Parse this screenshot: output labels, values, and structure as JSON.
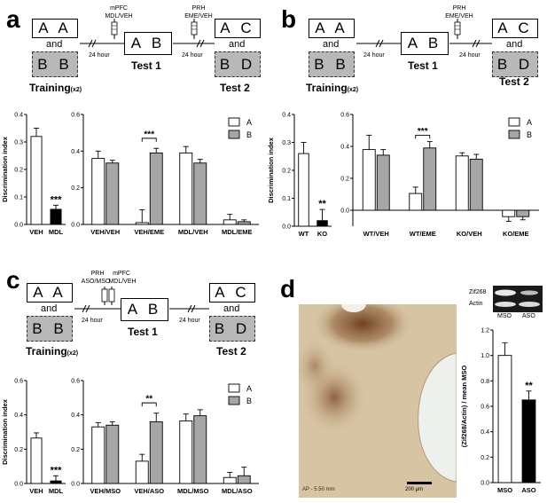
{
  "panels": {
    "a": {
      "label": "a",
      "boxes": {
        "training_top": "A A",
        "training_bottom": "B B",
        "test1": "A B",
        "test2_top": "A C",
        "test2_bottom": "B D"
      },
      "and": "and",
      "training_label": "Training",
      "training_suffix": "(x2)",
      "test1_label": "Test 1",
      "test2_label": "Test 2",
      "delay1": "24 hour",
      "delay2": "24 hour",
      "inj1_line1": "mPFC",
      "inj1_line2": "MDL/VEH",
      "inj2_line1": "PRH",
      "inj2_line2": "EME/VEH"
    },
    "b": {
      "label": "b",
      "boxes": {
        "training_top": "A A",
        "training_bottom": "B B",
        "test1": "A B",
        "test2_top": "A C",
        "test2_bottom": "B D"
      },
      "and": "and",
      "training_label": "Training",
      "training_suffix": "(x2)",
      "test1_label": "Test 1",
      "test2_label": "Test 2",
      "delay1": "24 hour",
      "delay2": "24 hour",
      "inj1_line1": "PRH",
      "inj1_line2": "EME/VEH"
    },
    "c": {
      "label": "c",
      "boxes": {
        "training_top": "A A",
        "training_bottom": "B B",
        "test1": "A B",
        "test2_top": "A C",
        "test2_bottom": "B D"
      },
      "and": "and",
      "training_label": "Training",
      "training_suffix": "(x2)",
      "test1_label": "Test 1",
      "test2_label": "Test 2",
      "delay1": "24 hour",
      "delay2": "24 hour",
      "inj1_line1": "PRH",
      "inj1_line2": "ASO/MSO",
      "inj2_line1": "mPFC",
      "inj2_line2": "MDL/VEH"
    },
    "d": {
      "label": "d",
      "micro_ap": "AP - 5.50 mm",
      "micro_scale": "200 μm",
      "blot_rows": [
        "Zif268",
        "Actin"
      ],
      "blot_cols": [
        "MSO",
        "ASO"
      ]
    }
  },
  "chart_data": [
    {
      "id": "a-left",
      "type": "bar",
      "ylabel": "Discrimination index",
      "ylim": [
        0,
        0.4
      ],
      "yticks": [
        "0.0",
        "0.1",
        "0.2",
        "0.3",
        "0.4"
      ],
      "categories": [
        "VEH",
        "MDL"
      ],
      "values": [
        0.32,
        0.055
      ],
      "errors": [
        0.03,
        0.015
      ],
      "colors": [
        "#ffffff",
        "#000000"
      ],
      "annotations": [
        {
          "category": "MDL",
          "text": "***"
        }
      ]
    },
    {
      "id": "a-right",
      "type": "bar",
      "ylim": [
        0,
        0.6
      ],
      "yticks": [
        "0.0",
        "0.2",
        "0.4",
        "0.6"
      ],
      "categories": [
        "VEH/VEH",
        "VEH/EME",
        "MDL/VEH",
        "MDL/EME"
      ],
      "series": [
        {
          "name": "A",
          "color": "#ffffff",
          "values": [
            0.36,
            0.01,
            0.39,
            0.025
          ],
          "errors": [
            0.04,
            0.07,
            0.035,
            0.03
          ]
        },
        {
          "name": "B",
          "color": "#a6a6a6",
          "values": [
            0.335,
            0.39,
            0.335,
            0.015
          ],
          "errors": [
            0.015,
            0.025,
            0.02,
            0.01
          ]
        }
      ],
      "legend": "top-right",
      "annotations": [
        {
          "category": "VEH/EME",
          "text": "***"
        }
      ]
    },
    {
      "id": "b-left",
      "type": "bar",
      "ylabel": "Discrimination index",
      "ylim": [
        0,
        0.4
      ],
      "yticks": [
        "0.0",
        "0.1",
        "0.2",
        "0.3",
        "0.4"
      ],
      "categories": [
        "WT",
        "KO"
      ],
      "values": [
        0.26,
        0.02
      ],
      "errors": [
        0.04,
        0.04
      ],
      "colors": [
        "#ffffff",
        "#000000"
      ],
      "annotations": [
        {
          "category": "KO",
          "text": "**"
        }
      ]
    },
    {
      "id": "b-right",
      "type": "bar",
      "ylim": [
        -0.1,
        0.6
      ],
      "yticks": [
        "0.0",
        "0.2",
        "0.4",
        "0.6"
      ],
      "categories": [
        "WT/VEH",
        "WT/EME",
        "KO/VEH",
        "KO/EME"
      ],
      "series": [
        {
          "name": "A",
          "color": "#ffffff",
          "values": [
            0.38,
            0.105,
            0.34,
            -0.04
          ],
          "errors": [
            0.09,
            0.04,
            0.02,
            0.03
          ]
        },
        {
          "name": "B",
          "color": "#a6a6a6",
          "values": [
            0.345,
            0.39,
            0.32,
            -0.04
          ],
          "errors": [
            0.035,
            0.04,
            0.03,
            0.02
          ]
        }
      ],
      "legend": "top-right",
      "annotations": [
        {
          "category": "WT/EME",
          "text": "***"
        }
      ]
    },
    {
      "id": "c-left",
      "type": "bar",
      "ylabel": "Discrimination index",
      "ylim": [
        0,
        0.6
      ],
      "yticks": [
        "0.0",
        "0.2",
        "0.4",
        "0.6"
      ],
      "categories": [
        "VEH",
        "MDL"
      ],
      "values": [
        0.265,
        0.015
      ],
      "errors": [
        0.03,
        0.03
      ],
      "colors": [
        "#ffffff",
        "#000000"
      ],
      "annotations": [
        {
          "category": "MDL",
          "text": "***"
        }
      ]
    },
    {
      "id": "c-right",
      "type": "bar",
      "ylim": [
        0,
        0.6
      ],
      "yticks": [
        "0.0",
        "0.2",
        "0.4",
        "0.6"
      ],
      "categories": [
        "VEH/MSO",
        "VEH/ASO",
        "MDL/MSO",
        "MDL/ASO"
      ],
      "series": [
        {
          "name": "A",
          "color": "#ffffff",
          "values": [
            0.33,
            0.13,
            0.365,
            0.035
          ],
          "errors": [
            0.025,
            0.04,
            0.04,
            0.03
          ]
        },
        {
          "name": "B",
          "color": "#a6a6a6",
          "values": [
            0.34,
            0.36,
            0.395,
            0.045
          ],
          "errors": [
            0.02,
            0.05,
            0.035,
            0.05
          ]
        }
      ],
      "legend": "top-right",
      "annotations": [
        {
          "category": "VEH/ASO",
          "text": "**"
        }
      ]
    },
    {
      "id": "d-bar",
      "type": "bar",
      "ylabel": "(Zif268/Actin) / mean MSO",
      "ylim": [
        0,
        1.2
      ],
      "yticks": [
        "0.0",
        "0.2",
        "0.4",
        "0.6",
        "0.8",
        "1.0",
        "1.2"
      ],
      "categories": [
        "MSO",
        "ASO"
      ],
      "values": [
        1.0,
        0.65
      ],
      "errors": [
        0.1,
        0.07
      ],
      "colors": [
        "#ffffff",
        "#000000"
      ],
      "annotations": [
        {
          "category": "ASO",
          "text": "**"
        }
      ]
    }
  ]
}
